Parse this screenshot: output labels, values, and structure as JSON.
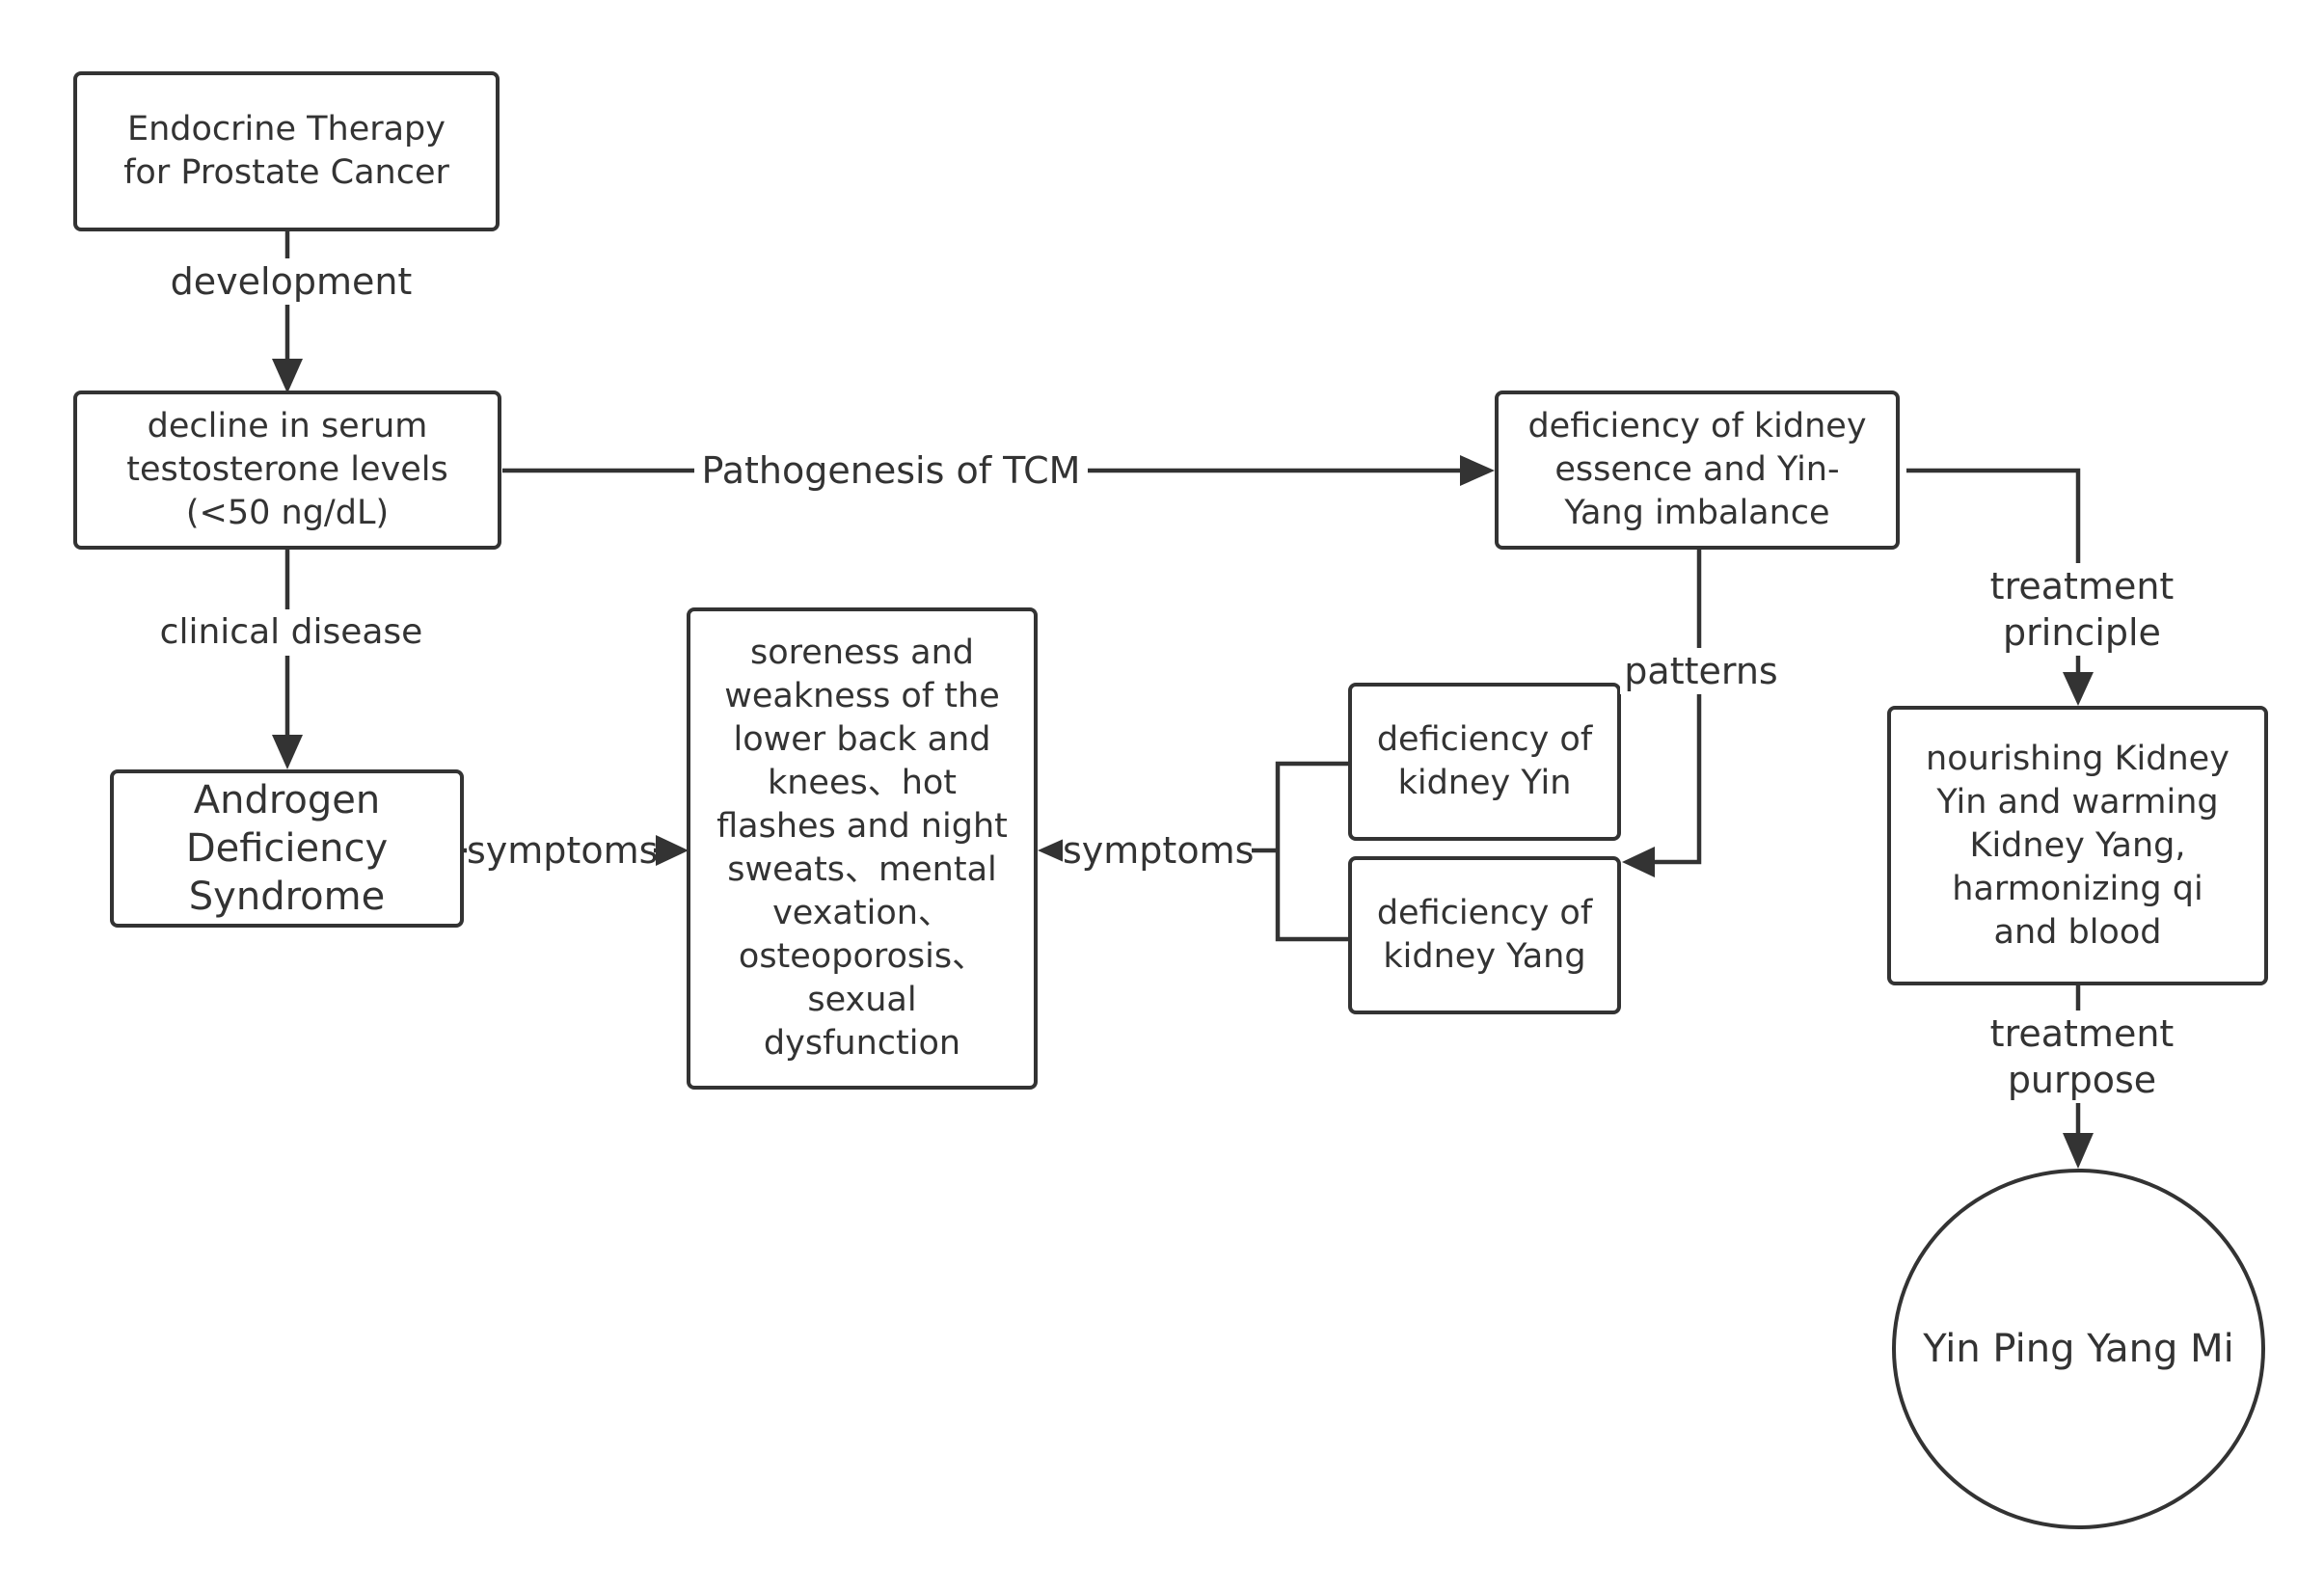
{
  "colors": {
    "stroke": "#333333",
    "background": "#ffffff"
  },
  "nodes": {
    "endocrine": "Endocrine Therapy\nfor  Prostate Cancer",
    "decline": "decline in serum\ntestosterone levels\n(<50 ng/dL)",
    "androgen": "Androgen\nDeficiency\nSyndrome",
    "soreness": "soreness and\nweakness of the\nlower back and\nknees、hot\nflashes and night\nsweats、mental\nvexation、\nosteoporosis、\nsexual\ndysfunction",
    "deficiency_essence": "deficiency of kidney\nessence and Yin-\nYang imbalance",
    "kidney_yin": "deficiency of\nkidney Yin",
    "kidney_yang": "deficiency of\nkidney Yang",
    "nourishing": "nourishing Kidney\nYin and warming\nKidney Yang,\nharmonizing qi\nand blood",
    "yin_ping": "Yin Ping Yang Mi"
  },
  "edges": {
    "development": "development",
    "clinical_disease": "clinical disease",
    "pathogenesis": "Pathogenesis of TCM",
    "symptoms_left": "symptoms",
    "symptoms_right": "symptoms",
    "patterns": "patterns",
    "treatment_principle": "treatment\nprinciple",
    "treatment_purpose": "treatment\npurpose"
  }
}
